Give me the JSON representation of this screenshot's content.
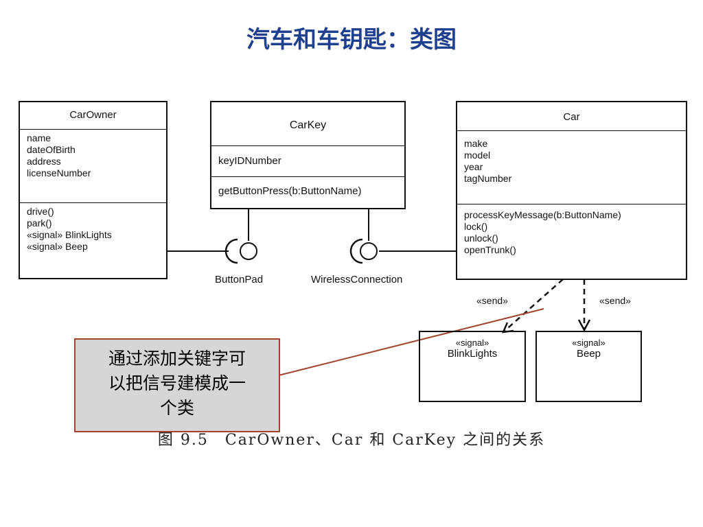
{
  "title": "汽车和车钥匙：类图",
  "classes": {
    "carowner": {
      "name": "CarOwner",
      "attributes": [
        "name",
        "dateOfBirth",
        "address",
        "licenseNumber"
      ],
      "operations": [
        "drive()",
        "park()",
        "«signal» BlinkLights",
        "«signal» Beep"
      ]
    },
    "carkey": {
      "name": "CarKey",
      "attributes": [
        "keyIDNumber"
      ],
      "operations": [
        "getButtonPress(b:ButtonName)"
      ]
    },
    "car": {
      "name": "Car",
      "attributes": [
        "make",
        "model",
        "year",
        "tagNumber"
      ],
      "operations": [
        "processKeyMessage(b:ButtonName)",
        "lock()",
        "unlock()",
        "openTrunk()"
      ]
    }
  },
  "interfaces": {
    "button_pad": "ButtonPad",
    "wireless_connection": "WirelessConnection"
  },
  "signals": {
    "blink_lights": {
      "stereotype": "«signal»",
      "name": "BlinkLights"
    },
    "beep": {
      "stereotype": "«signal»",
      "name": "Beep"
    }
  },
  "dependencies": {
    "send_left": "«send»",
    "send_right": "«send»"
  },
  "callout": {
    "line1": "通过添加关键字可",
    "line2": "以把信号建模成一",
    "line3": "个类"
  },
  "caption": "图 9.5　CarOwner、Car 和 CarKey 之间的关系",
  "colors": {
    "title": "#1f3f8f",
    "callout_fill": "#d6d6d6",
    "callout_border": "#a0442a"
  }
}
